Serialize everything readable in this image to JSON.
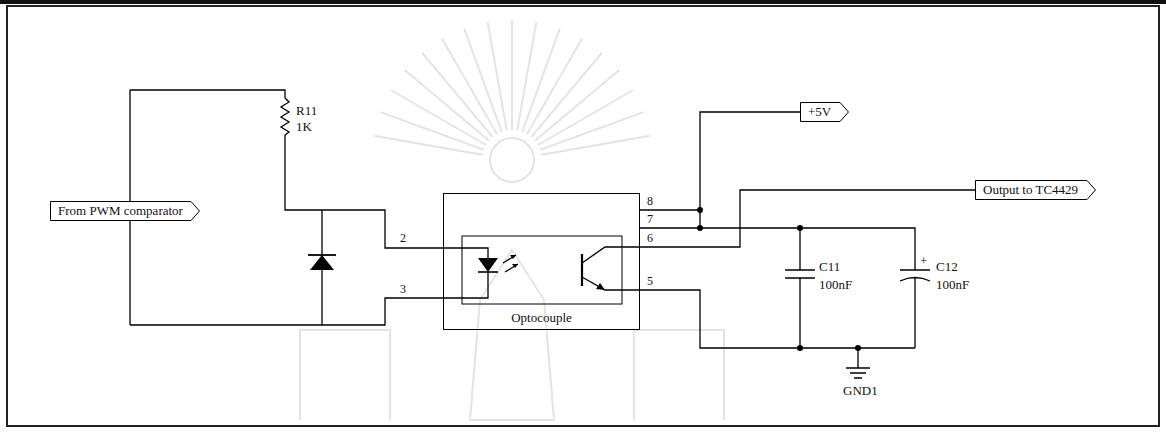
{
  "diagram": {
    "nodes": [
      {
        "text": [
          "From PWM comparator"
        ]
      },
      {
        "text": [
          "+5V"
        ]
      },
      {
        "text": [
          "Output to TC4429"
        ]
      },
      {
        "text": [
          "Optocouple"
        ]
      }
    ],
    "edges": [
      {
        "from": 1,
        "to": 3,
        "arrow": "none"
      },
      {
        "from": 3,
        "to": 2,
        "arrow": "none"
      }
    ],
    "labels": [
      "R11",
      "1K",
      "2",
      "3",
      "8",
      "7",
      "6",
      "5",
      "C11",
      "100nF",
      "+",
      "C12",
      "100nF",
      "GND1"
    ]
  }
}
